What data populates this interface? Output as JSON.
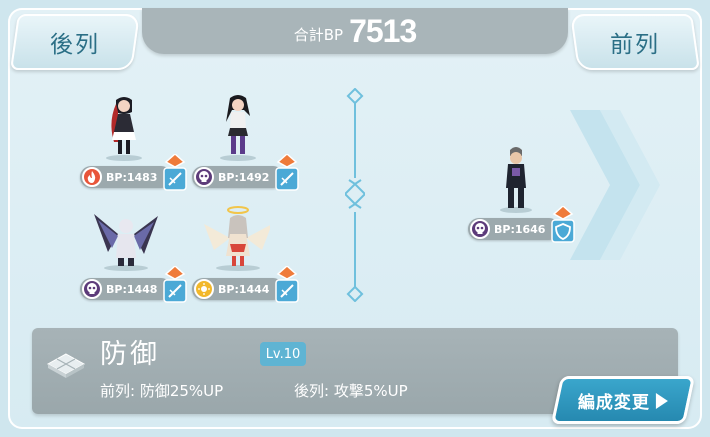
{
  "header": {
    "back_row_label": "後列",
    "front_row_label": "前列",
    "total_bp_label": "合計BP",
    "total_bp_value": "7513"
  },
  "back_row_units": [
    {
      "bp": "BP:1483",
      "attribute": "fire-icon",
      "attribute_color": "#e8553a",
      "role": "sword-icon"
    },
    {
      "bp": "BP:1492",
      "attribute": "skull-icon",
      "attribute_color": "#5d3b7a",
      "role": "sword-icon"
    },
    {
      "bp": "BP:1448",
      "attribute": "skull-icon",
      "attribute_color": "#5d3b7a",
      "role": "sword-icon"
    },
    {
      "bp": "BP:1444",
      "attribute": "sun-icon",
      "attribute_color": "#f2b82b",
      "role": "sword-icon"
    }
  ],
  "front_row_units": [
    {
      "bp": "BP:1646",
      "attribute": "skull-icon",
      "attribute_color": "#5d3b7a",
      "role": "shield-icon"
    }
  ],
  "skill": {
    "name": "防御",
    "level": "Lv.10",
    "front_effect": "前列: 防御25%UP",
    "back_effect": "後列: 攻撃5%UP",
    "icon": "formation-tile-icon"
  },
  "formation_button_label": "編成変更",
  "colors": {
    "accent": "#2b8fb6",
    "panel": "#a4b0b4",
    "role_orange": "#ef7b3a",
    "role_blue": "#4ba9d6"
  }
}
